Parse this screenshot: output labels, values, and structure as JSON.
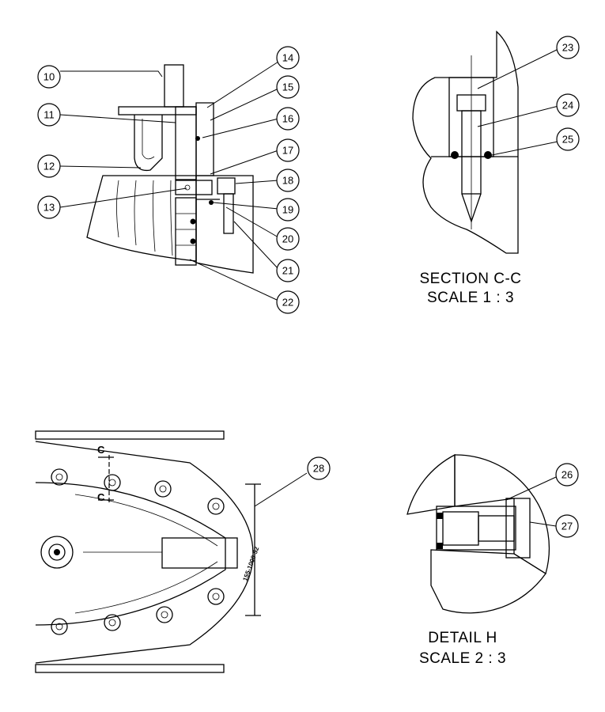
{
  "balloons": [
    {
      "label": "10"
    },
    {
      "label": "11"
    },
    {
      "label": "12"
    },
    {
      "label": "13"
    },
    {
      "label": "14"
    },
    {
      "label": "15"
    },
    {
      "label": "16"
    },
    {
      "label": "17"
    },
    {
      "label": "18"
    },
    {
      "label": "19"
    },
    {
      "label": "20"
    },
    {
      "label": "21"
    },
    {
      "label": "22"
    },
    {
      "label": "23"
    },
    {
      "label": "24"
    },
    {
      "label": "25"
    },
    {
      "label": "26"
    },
    {
      "label": "27"
    },
    {
      "label": "28"
    }
  ],
  "section_cc": {
    "title": "SECTION C-C",
    "scale": "SCALE 1 : 3"
  },
  "detail_h": {
    "title": "DETAIL H",
    "scale": "SCALE 2 : 3"
  },
  "plan_view": {
    "section_marker_top": "C",
    "section_marker_bottom": "C",
    "part_number": "155-1000-52"
  }
}
